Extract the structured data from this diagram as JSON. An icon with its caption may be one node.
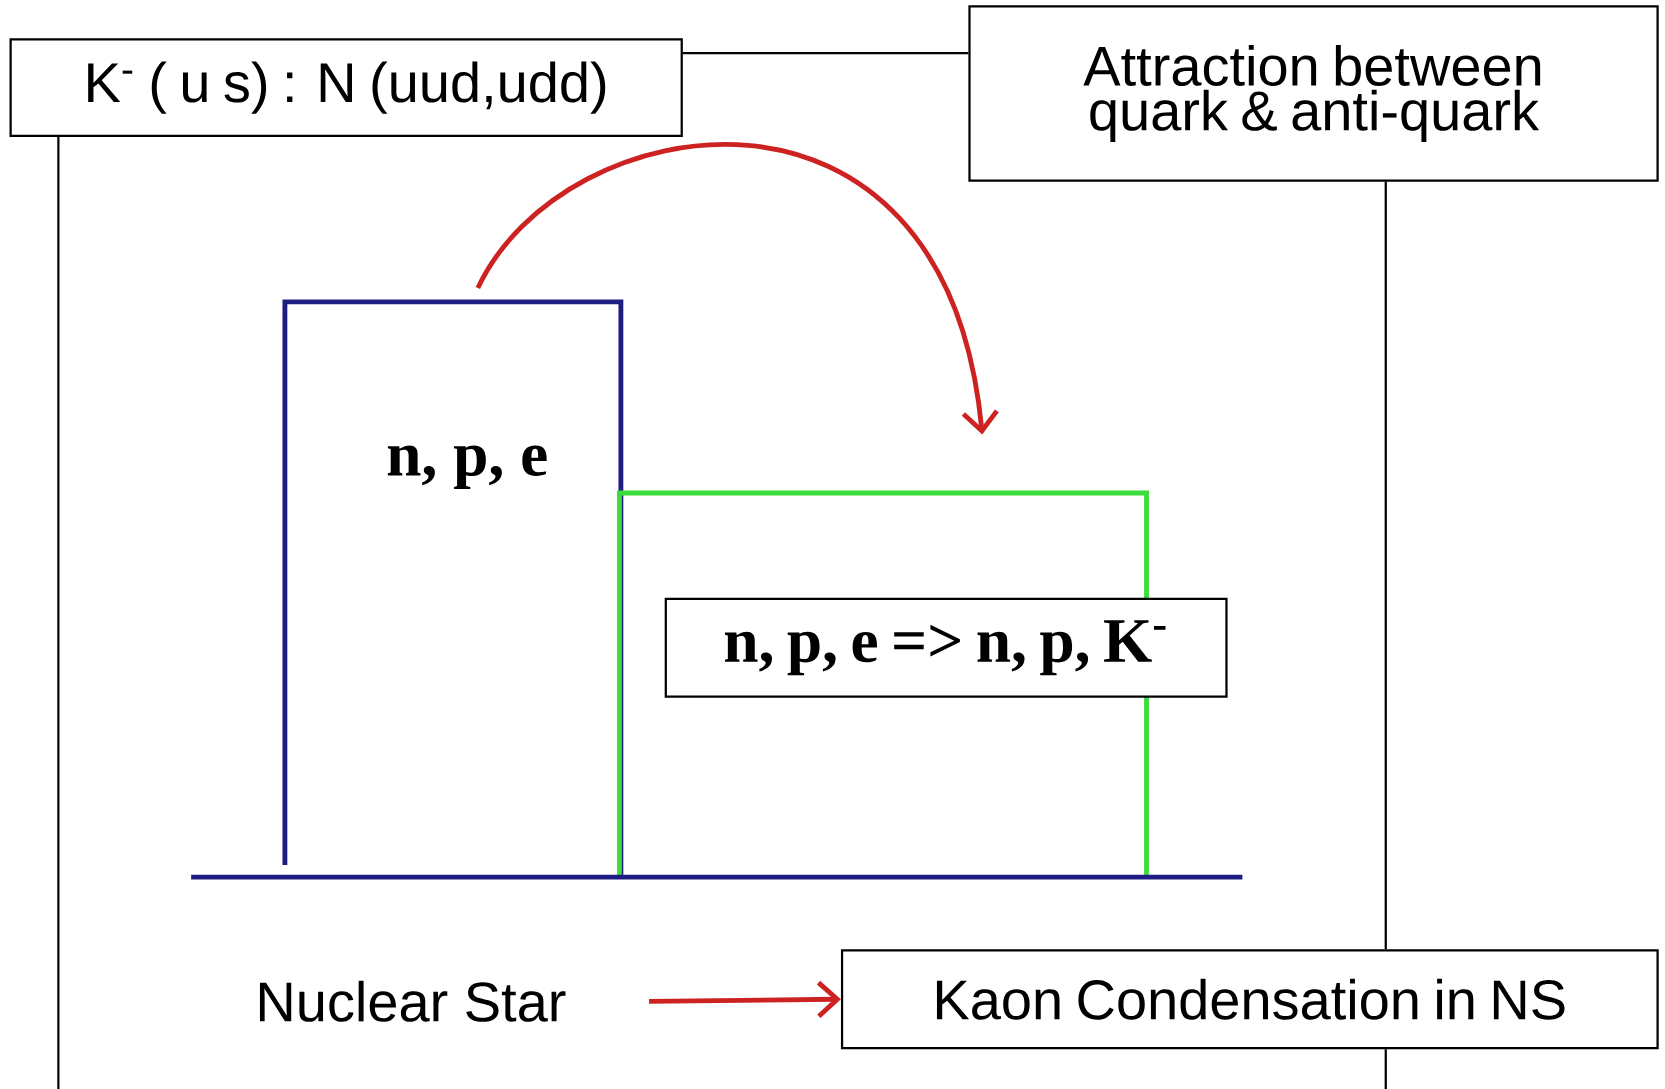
{
  "diagram": {
    "nodes": [
      {
        "text": [
          "K$^{-}$ ( u s) : N (uud,udd)"
        ]
      },
      {
        "text": [
          "Attraction between quark & anti-quark"
        ]
      },
      {
        "text": [
          "n, p, e"
        ]
      },
      {
        "text": [],
        "shape": "box"
      },
      {
        "text": [
          "n, p, e => n, p, K$^{-}$"
        ]
      },
      {
        "text": [
          "Nuclear Star"
        ]
      },
      {
        "text": [
          "Kaon Condensation in NS"
        ]
      }
    ],
    "edges": [
      {
        "from": 0,
        "to": 1,
        "arrow": "none"
      },
      {
        "from": 0,
        "to": null,
        "arrow": "none"
      },
      {
        "from": 1,
        "to": 6,
        "arrow": "none"
      },
      {
        "from": 6,
        "to": null,
        "arrow": "none"
      },
      {
        "from": 2,
        "to": 3,
        "arrow": "to",
        "style": "thick",
        "color": "#cc2222"
      },
      {
        "from": 5,
        "to": 6,
        "arrow": "to",
        "style": "thick",
        "color": "#cc2222"
      }
    ]
  }
}
